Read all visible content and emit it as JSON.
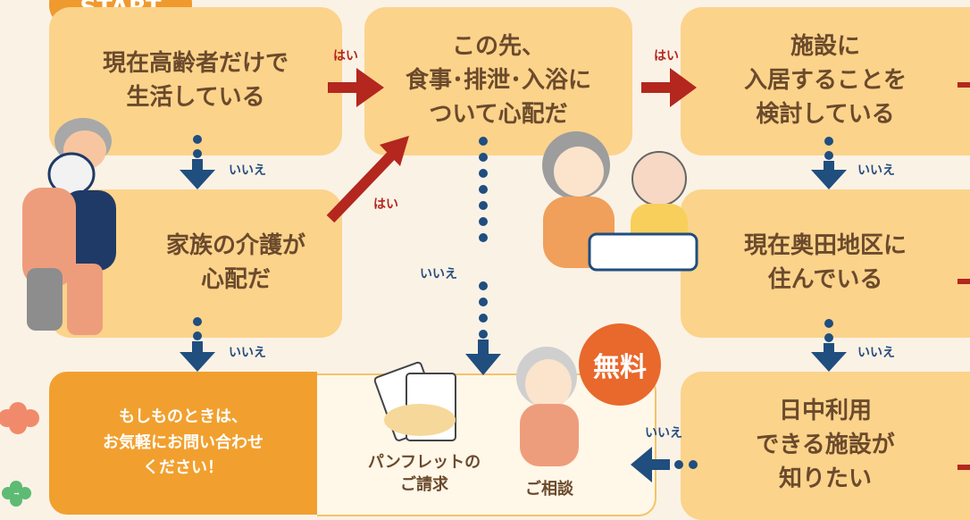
{
  "start_label": "START",
  "boxes": {
    "q1": "現在高齢者だけで\n生活している",
    "q2": "この先、\n食事･排泄･入浴に\nついて心配だ",
    "q3": "施設に\n入居することを\n検討している",
    "q4": "家族の介護が\n心配だ",
    "q5": "現在奥田地区に\n住んでいる",
    "q6": "日中利用\nできる施設が\n知りたい"
  },
  "labels": {
    "yes": "はい",
    "no": "いいえ"
  },
  "contact_text": "もしものときは、\nお気軽にお問い合わせ\nください！",
  "services": {
    "pamphlet": "パンフレットの\nご請求",
    "consult": "ご相談",
    "free_badge": "無料"
  },
  "colors": {
    "box": "#fbd38b",
    "yes_arrow": "#b3271e",
    "no_arrow": "#1f4e7f",
    "accent": "#f1a02f",
    "badge": "#e9682c"
  }
}
